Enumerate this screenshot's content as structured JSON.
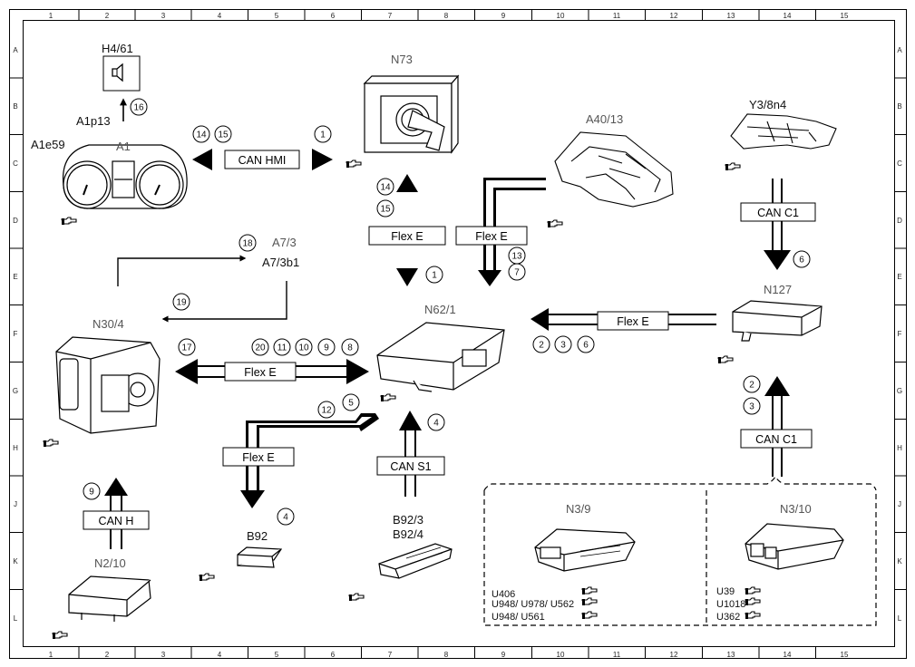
{
  "grid": {
    "columns": [
      "1",
      "2",
      "3",
      "4",
      "5",
      "6",
      "7",
      "8",
      "9",
      "10",
      "11",
      "12",
      "13",
      "14",
      "15"
    ],
    "rows": [
      "A",
      "B",
      "C",
      "D",
      "E",
      "F",
      "G",
      "H",
      "J",
      "K",
      "L"
    ]
  },
  "components": {
    "h4_61": "H4/61",
    "a1": "A1",
    "a1p13": "A1p13",
    "a1e59": "A1e59",
    "n73": "N73",
    "a40_13": "A40/13",
    "y3_8n4": "Y3/8n4",
    "a7_3": "A7/3",
    "a7_3b1": "A7/3b1",
    "n62_1": "N62/1",
    "n127": "N127",
    "n30_4": "N30/4",
    "b92": "B92",
    "b92_3": "B92/3",
    "b92_4": "B92/4",
    "n2_10": "N2/10",
    "n3_9": "N3/9",
    "n3_10": "N3/10"
  },
  "buses": {
    "can_hmi": "CAN HMI",
    "flex_e": "Flex E",
    "can_c1": "CAN C1",
    "can_s1": "CAN S1",
    "can_h": "CAN H"
  },
  "variants": {
    "n3_9": [
      "U406",
      "U948/ U978/ U562",
      "U948/ U561"
    ],
    "n3_10": [
      "U39",
      "U1018",
      "U362"
    ]
  },
  "signal_numbers": {
    "n16": "16",
    "n14": "14",
    "n15": "15",
    "n1": "1",
    "n13": "13",
    "n7": "7",
    "n6": "6",
    "n18": "18",
    "n19": "19",
    "n17": "17",
    "n20": "20",
    "n11": "11",
    "n10": "10",
    "n9": "9",
    "n8": "8",
    "n2": "2",
    "n3": "3",
    "n12": "12",
    "n5": "5",
    "n4": "4"
  },
  "icon": "hand-pointer-icon"
}
